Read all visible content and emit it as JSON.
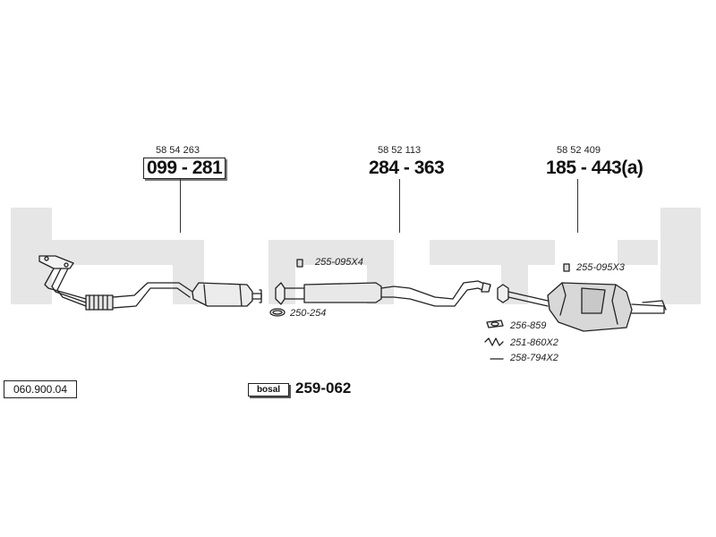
{
  "reference": "060.900.04",
  "watermark": "bosal",
  "sections": [
    {
      "oem": "58 54 263",
      "part_number": "099 - 281"
    },
    {
      "oem": "58 52 113",
      "part_number": "284 - 363"
    },
    {
      "oem": "58 52 409",
      "part_number": "185 - 443(a)"
    }
  ],
  "accessories": {
    "clamp_a": "255-095X4",
    "ring": "250-254",
    "clamp_b": "255-095X3",
    "gasket": "256-859",
    "spring": "251-860X2",
    "bolt": "258-794X2"
  },
  "kit": {
    "logo": "bosal",
    "number": "259-062"
  }
}
